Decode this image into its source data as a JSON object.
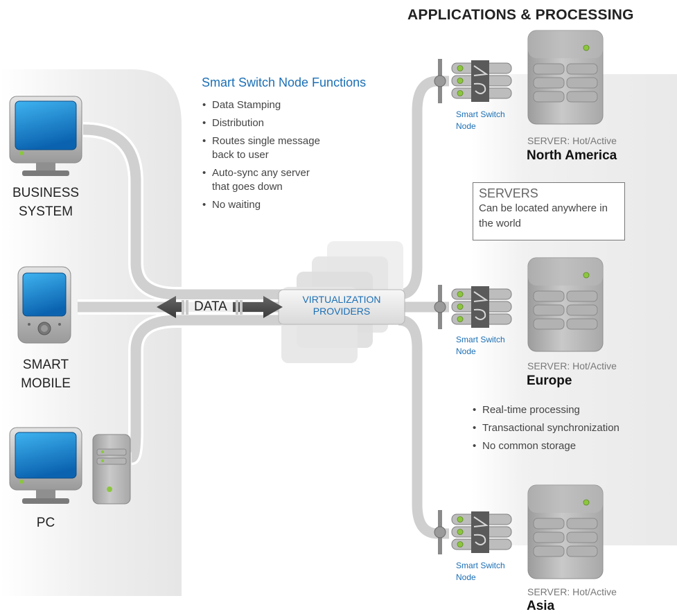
{
  "heading": "APPLICATIONS & PROCESSING",
  "clients": [
    {
      "label": "BUSINESS\nSYSTEM"
    },
    {
      "label": "SMART\nMOBILE"
    },
    {
      "label": "PC"
    }
  ],
  "data_label": "DATA",
  "virtualization_label": "VIRTUALIZATION\nPROVIDERS",
  "smart_switch": {
    "title": "Smart Switch Node Functions",
    "items": [
      "Data Stamping",
      "Distribution",
      "Routes single message\nback to user",
      "Auto-sync any server\nthat goes down",
      "No waiting"
    ]
  },
  "servers_box": {
    "title": "SERVERS",
    "text": "Can be located anywhere in the world"
  },
  "node_label": "Smart Switch\nNode",
  "servers": [
    {
      "role": "SERVER: Hot/Active",
      "region": "North America"
    },
    {
      "role": "SERVER: Hot/Active",
      "region": "Europe"
    },
    {
      "role": "SERVER: Hot/Active",
      "region": "Asia"
    }
  ],
  "europe_features": [
    "Real-time processing",
    "Transactional synchronization",
    "No common storage"
  ],
  "colors": {
    "accent_blue": "#1b6fb5",
    "screen_blue": "#1e8fd6",
    "pipe_gray": "#cfcfcf",
    "led_green": "#8cc63f"
  }
}
